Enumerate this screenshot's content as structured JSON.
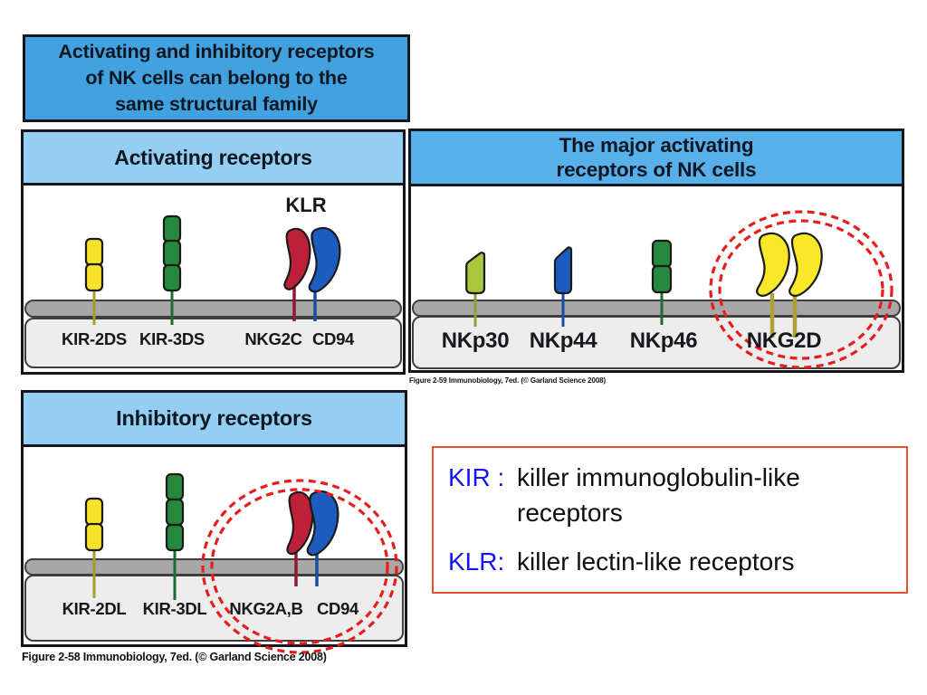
{
  "title_box": {
    "lines": [
      "Activating and inhibitory receptors",
      "of NK cells can belong to the",
      "same structural family"
    ]
  },
  "panels": {
    "activating": {
      "header": "Activating receptors",
      "klr_label": "KLR",
      "labels": [
        "KIR-2DS",
        "KIR-3DS",
        "NKG2C",
        "CD94"
      ]
    },
    "major_activating": {
      "header_lines": [
        "The major activating",
        "receptors of NK cells"
      ],
      "labels": [
        "NKp30",
        "NKp44",
        "NKp46",
        "NKG2D"
      ],
      "caption": "Figure 2-59  Immunobiology, 7ed. (© Garland Science 2008)"
    },
    "inhibitory": {
      "header": "Inhibitory receptors",
      "labels": [
        "KIR-2DL",
        "KIR-3DL",
        "NKG2A,B",
        "CD94"
      ],
      "caption": "Figure 2-58  Immunobiology, 7ed. (© Garland Science 2008)"
    }
  },
  "legend": {
    "kir_term": "KIR :",
    "kir_definition": "killer immunoglobulin-like\nreceptors",
    "klr_term": "KLR:",
    "klr_definition": "killer lectin-like receptors"
  },
  "colors": {
    "title_bg": "#42A2DF",
    "panel_header_light_bg": "#95CEF3",
    "major_header_bg": "#57B0EA",
    "kir_yellow": "#F7E32C",
    "kir_green": "#27893E",
    "nkp30_lime": "#A9C73F",
    "receptor_blue": "#1C5CBE",
    "receptor_red": "#BD2038",
    "nkg2d_yellow": "#F8E829",
    "membrane_grey": "#A7A7A7",
    "cytoplasm_grey": "#EDEDED",
    "highlight_dash_red": "#E71D1D",
    "legend_border": "#E3512D",
    "legend_term_blue": "#1413F1"
  }
}
